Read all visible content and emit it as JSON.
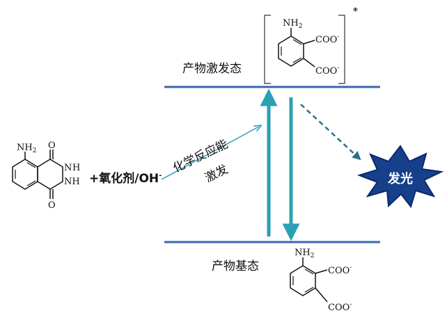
{
  "levels": {
    "excited_label": "产物激发态",
    "ground_label": "产物基态"
  },
  "reaction": {
    "reactant_text": "+氧化剂/OH",
    "reactant_superscript": "-",
    "activation_line1": "化学反应能",
    "activation_line2": "激发"
  },
  "emission": {
    "burst_text": "发光"
  },
  "molecules": {
    "nh2": "NH",
    "nh2_sub": "2",
    "coo": "COO",
    "coo_charge": "-",
    "nh": "NH",
    "h": "H",
    "n": "N",
    "o": "O",
    "excited_marker": "*"
  },
  "colors": {
    "level_line": "#3a66b0",
    "arrow": "#2aa0b4",
    "dashed_arrow": "#2f6d87",
    "burst_fill": "#163f8c",
    "burst_edge": "#0b2a66"
  }
}
